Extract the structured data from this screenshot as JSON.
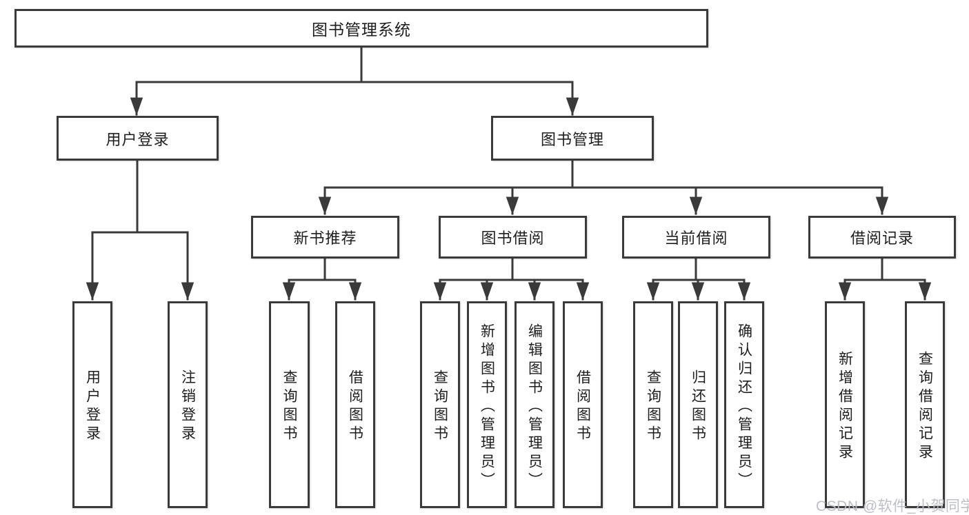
{
  "diagram_title": "图书管理系统",
  "colors": {
    "line": "#3a3a3a",
    "node_border": "#3a3a3a",
    "node_background": "#ffffff",
    "text": "#1d1d1d",
    "watermark": "#b8bcc3",
    "background": "#ffffff"
  },
  "watermark": {
    "text": "CSDN @软件_小贺同学"
  },
  "nodes": {
    "root": {
      "label": "图书管理系统",
      "children": [
        "user_login",
        "book_mgmt"
      ]
    },
    "user_login": {
      "label": "用户登录",
      "children": [
        "user_login_action",
        "logout_action"
      ]
    },
    "book_mgmt": {
      "label": "图书管理",
      "children": [
        "new_book_rec",
        "book_borrow",
        "current_borrow",
        "borrow_record"
      ]
    },
    "user_login_action": {
      "label": "用户登录"
    },
    "logout_action": {
      "label": "注销登录"
    },
    "new_book_rec": {
      "label": "新书推荐",
      "children": [
        "rec_query_book",
        "rec_borrow_book"
      ]
    },
    "book_borrow": {
      "label": "图书借阅",
      "children": [
        "bb_query_book",
        "bb_add_book",
        "bb_edit_book",
        "bb_borrow_book"
      ]
    },
    "current_borrow": {
      "label": "当前借阅",
      "children": [
        "cb_query_book",
        "cb_return_book",
        "cb_confirm_return"
      ]
    },
    "borrow_record": {
      "label": "借阅记录",
      "children": [
        "br_add_record",
        "br_query_record"
      ]
    },
    "rec_query_book": {
      "label": "查询图书"
    },
    "rec_borrow_book": {
      "label": "借阅图书"
    },
    "bb_query_book": {
      "label": "查询图书"
    },
    "bb_add_book": {
      "label": "新增图书（管理员）"
    },
    "bb_edit_book": {
      "label": "编辑图书（管理员）"
    },
    "bb_borrow_book": {
      "label": "借阅图书"
    },
    "cb_query_book": {
      "label": "查询图书"
    },
    "cb_return_book": {
      "label": "归还图书"
    },
    "cb_confirm_return": {
      "label": "确认归还（管理员）"
    },
    "br_add_record": {
      "label": "新增借阅记录"
    },
    "br_query_record": {
      "label": "查询借阅记录"
    }
  }
}
